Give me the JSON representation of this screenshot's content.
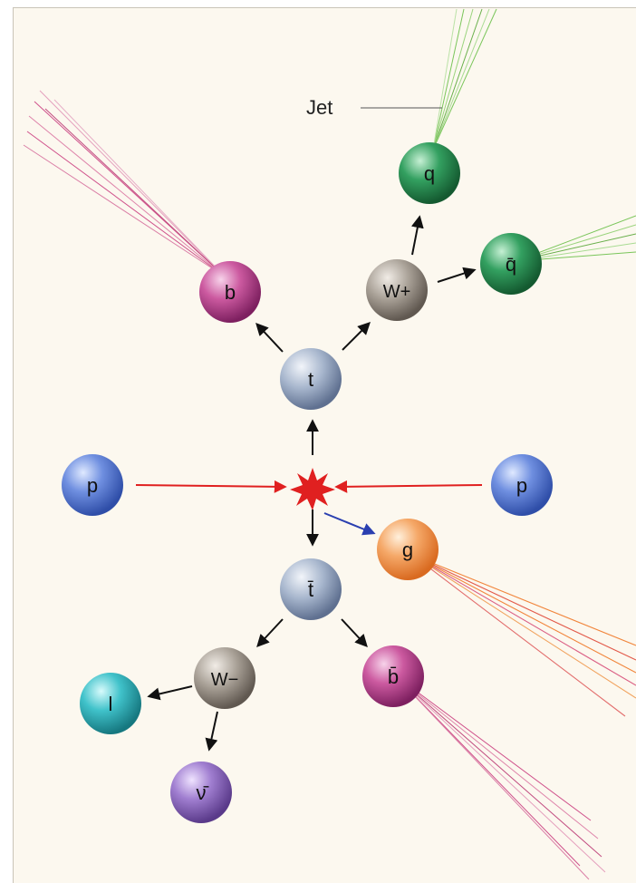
{
  "jet_label": "Jet",
  "particles": {
    "p_left": "p",
    "p_right": "p",
    "top": "t",
    "antitop": "t̄",
    "b": "b",
    "antib": "b̄",
    "w_plus": "W+",
    "w_minus": "W−",
    "quark": "q",
    "antiquark": "q̄",
    "gluon": "g",
    "lepton": "l",
    "antineutrino": "ν̄"
  },
  "colors": {
    "background": "#fcf8ef",
    "collision": "#e02020",
    "proton_beam": "#e02020",
    "gluon_arrow": "#2a3fb0",
    "decay_arrow": "#111111",
    "proton": "#5b7fd6",
    "top": "#9fb0c8",
    "b": "#c8559c",
    "w": "#a69e94",
    "quark": "#2f9a58",
    "gluon": "#f2a05a",
    "lepton": "#3cc0c8",
    "neutrino": "#9a78c8",
    "jet_green": "#6cc04a",
    "jet_magenta": "#c8357a",
    "jet_orange": "#f07a2a"
  }
}
